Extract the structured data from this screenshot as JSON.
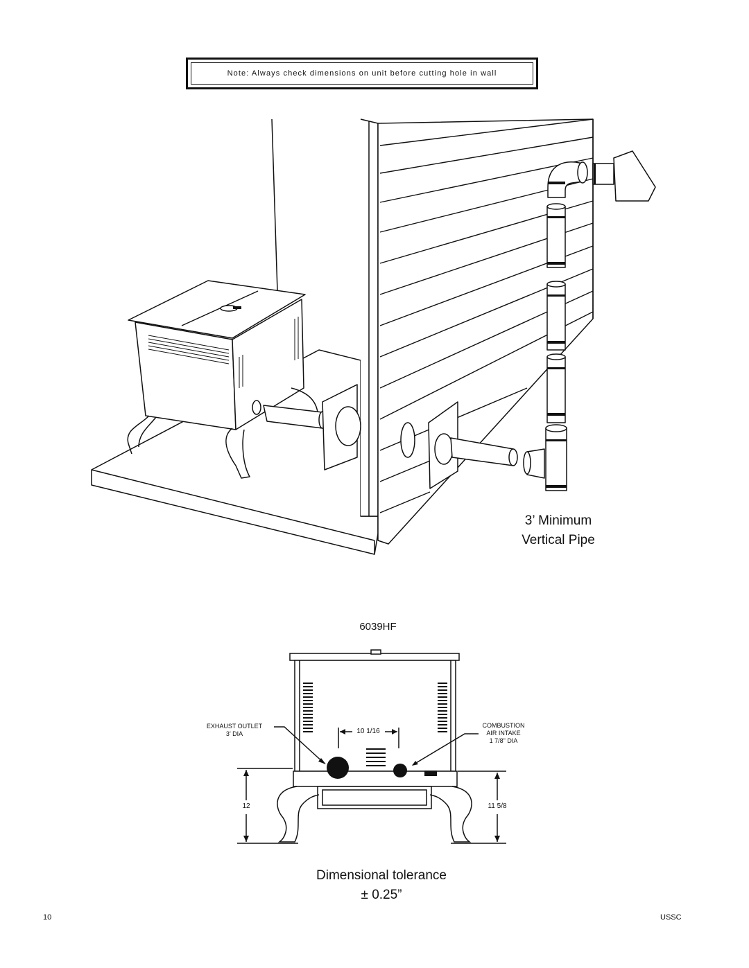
{
  "note": "Note: Always check dimensions on unit before cutting hole in wall",
  "install_caption": {
    "line1": "3’ Minimum",
    "line2": "Vertical Pipe"
  },
  "model": "6039HF",
  "rear_view": {
    "exhaust_label_1": "EXHAUST OUTLET",
    "exhaust_label_2": "3’ DIA",
    "intake_label_1": "COMBUSTION",
    "intake_label_2": "AIR INTAKE",
    "intake_label_3": "1 7/8\" DIA",
    "center_distance": "10 1/16",
    "left_height": "12",
    "right_height": "11 5/8"
  },
  "tolerance": {
    "line1": "Dimensional tolerance",
    "line2": "± 0.25”"
  },
  "footer": {
    "page_number": "10",
    "brand": "USSC"
  }
}
